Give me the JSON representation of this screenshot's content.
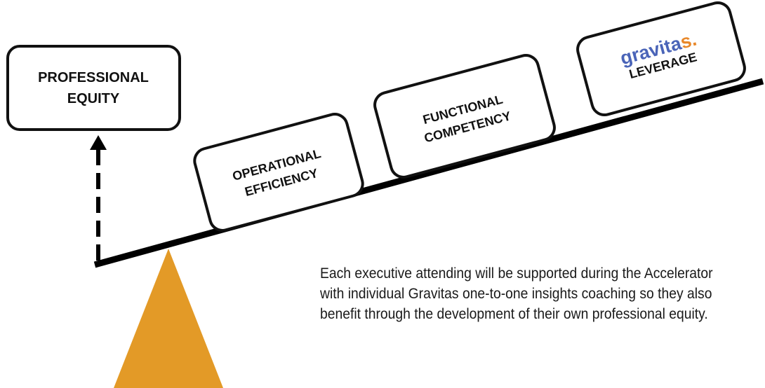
{
  "colors": {
    "fulcrum": "#E39A27",
    "lever": "#000000",
    "box_stroke": "#111111",
    "logo_blue": "#4A64B8",
    "logo_orange": "#E8882A",
    "text": "#1a1a1a"
  },
  "goal_box": {
    "line1": "PROFESSIONAL",
    "line2": "EQUITY"
  },
  "lever_boxes": [
    {
      "line1": "OPERATIONAL",
      "line2": "EFFICIENCY"
    },
    {
      "line1": "FUNCTIONAL",
      "line2": "COMPETENCY"
    },
    {
      "logo": "gravitas",
      "line2": "LEVERAGE"
    }
  ],
  "logo": {
    "text_main": "gravita",
    "text_accent": "s",
    "dot": "."
  },
  "description": "Each executive attending will be supported during the Accelerator with individual Gravitas one-to-one insights coaching so they also benefit through the development of their own professional equity."
}
